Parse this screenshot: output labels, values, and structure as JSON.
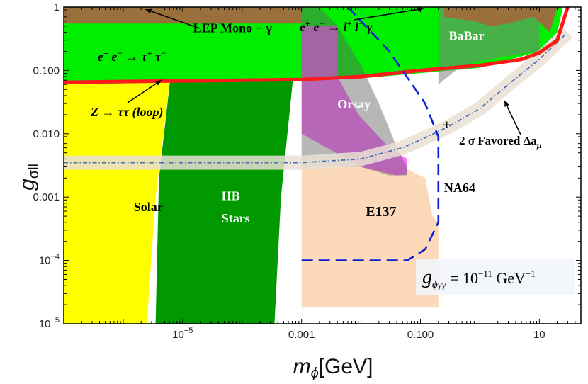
{
  "chart_data": {
    "type": "area",
    "xlabel_main": "m",
    "xlabel_sub": "ϕ",
    "xlabel_unit": "[GeV]",
    "ylabel_main": "g",
    "ylabel_sub": "σll",
    "x_scale": "log",
    "y_scale": "log",
    "xlim": [
      1e-07,
      50
    ],
    "ylim": [
      1e-05,
      1
    ],
    "x_ticks": [
      {
        "value": 1e-05,
        "base": "10",
        "exp": "−5"
      },
      {
        "value": 0.001,
        "text": "0.001"
      },
      {
        "value": 0.1,
        "text": "0.100"
      },
      {
        "value": 10,
        "text": "10"
      }
    ],
    "y_ticks": [
      {
        "value": 1,
        "text": "1"
      },
      {
        "value": 0.1,
        "text": "0.100"
      },
      {
        "value": 0.01,
        "text": "0.010"
      },
      {
        "value": 0.001,
        "text": "0.001"
      },
      {
        "value": 0.0001,
        "base": "10",
        "exp": "−4"
      },
      {
        "value": 1e-05,
        "base": "10",
        "exp": "−5"
      }
    ],
    "regions": [
      {
        "name": "E137",
        "color": "#fcd9b8",
        "points": [
          [
            0.001,
            1.8e-05
          ],
          [
            0.2,
            1.8e-05
          ],
          [
            0.2,
            0.0004
          ],
          [
            0.16,
            0.0005
          ],
          [
            0.12,
            0.002
          ],
          [
            0.05,
            0.003
          ],
          [
            0.001,
            0.003
          ]
        ]
      },
      {
        "name": "Solar",
        "color": "#ffff00",
        "points": [
          [
            1e-07,
            1e-05
          ],
          [
            2.5e-06,
            1e-05
          ],
          [
            3.5e-06,
            0.001
          ],
          [
            7e-06,
            0.2
          ],
          [
            1e-07,
            0.2
          ]
        ]
      },
      {
        "name": "HB Stars",
        "color": "#009900",
        "points": [
          [
            3.5e-06,
            1e-05
          ],
          [
            0.00035,
            1e-05
          ],
          [
            0.00045,
            0.001
          ],
          [
            0.0008,
            0.2
          ],
          [
            7e-06,
            0.2
          ],
          [
            4e-06,
            0.002
          ]
        ]
      },
      {
        "name": "LEP+tau",
        "color": "#00ee00",
        "points": [
          [
            1e-07,
            0.06
          ],
          [
            0.01,
            0.075
          ],
          [
            1,
            0.11
          ],
          [
            10,
            0.2
          ],
          [
            20,
            0.4
          ],
          [
            25,
            1
          ],
          [
            1e-07,
            1
          ]
        ]
      },
      {
        "name": "Orsay",
        "color": "#ff55ff",
        "opacity": 0.85,
        "points": [
          [
            0.001,
            0.5
          ],
          [
            0.004,
            0.5
          ],
          [
            0.004,
            0.08
          ],
          [
            0.009,
            0.02
          ],
          [
            0.03,
            0.006
          ],
          [
            0.06,
            0.004
          ],
          [
            0.06,
            0.0023
          ],
          [
            0.04,
            0.0022
          ],
          [
            0.01,
            0.003
          ],
          [
            0.001,
            0.01
          ]
        ]
      },
      {
        "name": "ee-ll-gamma",
        "color": "#606060",
        "opacity": 0.45,
        "points": [
          [
            0.001,
            1
          ],
          [
            0.002,
            1
          ],
          [
            0.004,
            0.5
          ],
          [
            0.01,
            0.12
          ],
          [
            0.02,
            0.03
          ],
          [
            0.03,
            0.012
          ],
          [
            0.04,
            0.006
          ],
          [
            0.05,
            0.004
          ],
          [
            0.06,
            0.003
          ],
          [
            0.06,
            0.0022
          ],
          [
            0.03,
            0.0022
          ],
          [
            0.01,
            0.003
          ],
          [
            0.001,
            0.003
          ]
        ]
      },
      {
        "name": "BaBar",
        "color": "#808080",
        "opacity": 0.55,
        "points": [
          [
            0.2,
            1
          ],
          [
            10,
            1
          ],
          [
            10,
            0.2
          ],
          [
            3,
            0.17
          ],
          [
            1,
            0.14
          ],
          [
            0.5,
            0.12
          ],
          [
            0.2,
            0.06
          ]
        ]
      },
      {
        "name": "LEP Mono",
        "color": "#99703b",
        "points": [
          [
            1e-07,
            1
          ],
          [
            0.001,
            1
          ],
          [
            0.001,
            0.55
          ],
          [
            1e-07,
            0.55
          ]
        ]
      },
      {
        "name": "LEP Mono right",
        "color": "#99703b",
        "points": [
          [
            0.25,
            1
          ],
          [
            20,
            1
          ],
          [
            15,
            0.4
          ],
          [
            8,
            0.7
          ],
          [
            3,
            0.55
          ],
          [
            1.5,
            0.5
          ],
          [
            0.8,
            0.6
          ],
          [
            0.25,
            0.7
          ]
        ]
      }
    ],
    "red_line": [
      [
        1e-07,
        0.065
      ],
      [
        0.001,
        0.072
      ],
      [
        0.01,
        0.08
      ],
      [
        0.1,
        0.1
      ],
      [
        1,
        0.12
      ],
      [
        5,
        0.15
      ],
      [
        10,
        0.19
      ],
      [
        20,
        0.3
      ],
      [
        30,
        1
      ]
    ],
    "favored_band": [
      [
        1e-07,
        0.0035
      ],
      [
        0.001,
        0.0035
      ],
      [
        0.01,
        0.004
      ],
      [
        0.05,
        0.006
      ],
      [
        0.1,
        0.008
      ],
      [
        0.3,
        0.013
      ],
      [
        1,
        0.025
      ],
      [
        3,
        0.06
      ],
      [
        10,
        0.15
      ],
      [
        30,
        0.4
      ]
    ],
    "na64_path": [
      [
        0.001,
        0.0001
      ],
      [
        0.06,
        0.0001
      ],
      [
        0.12,
        0.00015
      ],
      [
        0.2,
        0.0004
      ],
      [
        0.2,
        0.009
      ],
      [
        0.12,
        0.03
      ],
      [
        0.03,
        0.2
      ],
      [
        0.006,
        1
      ]
    ],
    "region_labels": [
      {
        "text": "Solar",
        "x": 1.5e-06,
        "y": 0.0006,
        "color": "#000000",
        "size": 18
      },
      {
        "text": "HB",
        "x": 4.5e-05,
        "y": 0.0009,
        "color": "#ffffff",
        "size": 18
      },
      {
        "text": "Stars",
        "x": 4.5e-05,
        "y": 0.0004,
        "color": "#ffffff",
        "size": 18
      },
      {
        "text": "E137",
        "x": 0.012,
        "y": 0.0005,
        "color": "#000000",
        "size": 20
      },
      {
        "text": "Orsay",
        "x": 0.004,
        "y": 0.025,
        "color": "#ffffff",
        "size": 18
      },
      {
        "text": "NA64",
        "x": 0.25,
        "y": 0.0012,
        "color": "#000000",
        "size": 18
      },
      {
        "text": "BaBar",
        "x": 0.3,
        "y": 0.3,
        "color": "#ffffff",
        "size": 18
      },
      {
        "text": "LEP Mono − γ",
        "x": 1.5e-05,
        "y": 0.4,
        "color": "#000000",
        "size": 18
      }
    ],
    "extra_labels": {
      "tau_pair": {
        "e": "e",
        "plus": "+",
        "minus": "−",
        "arrow": "→",
        "tau": "τ"
      },
      "lepton_pair": {
        "e": "e",
        "arrow": "→",
        "l": "l",
        "plus": "+",
        "minus": "−",
        "gamma": "γ"
      },
      "z_loop": "Z → ττ (loop)",
      "favored": "2 σ Favored Δa",
      "favored_sub": "μ",
      "coupling": {
        "g": "g",
        "sub": "ϕγγ",
        "eq": " = 10",
        "exp": "−11",
        "unit": " GeV",
        "unit_exp": "−1"
      }
    },
    "grid": false,
    "colors": {
      "solar": "#ffff00",
      "hb": "#009900",
      "lep_tau": "#00ee00",
      "orsay": "#ff55ff",
      "e137": "#fcd9b8",
      "lep_mono": "#99703b",
      "red_line": "#ff1a1a",
      "na64": "#0b1fd8",
      "favored_band": "#eadfd3",
      "favored_line": "#4a6fb0"
    }
  }
}
